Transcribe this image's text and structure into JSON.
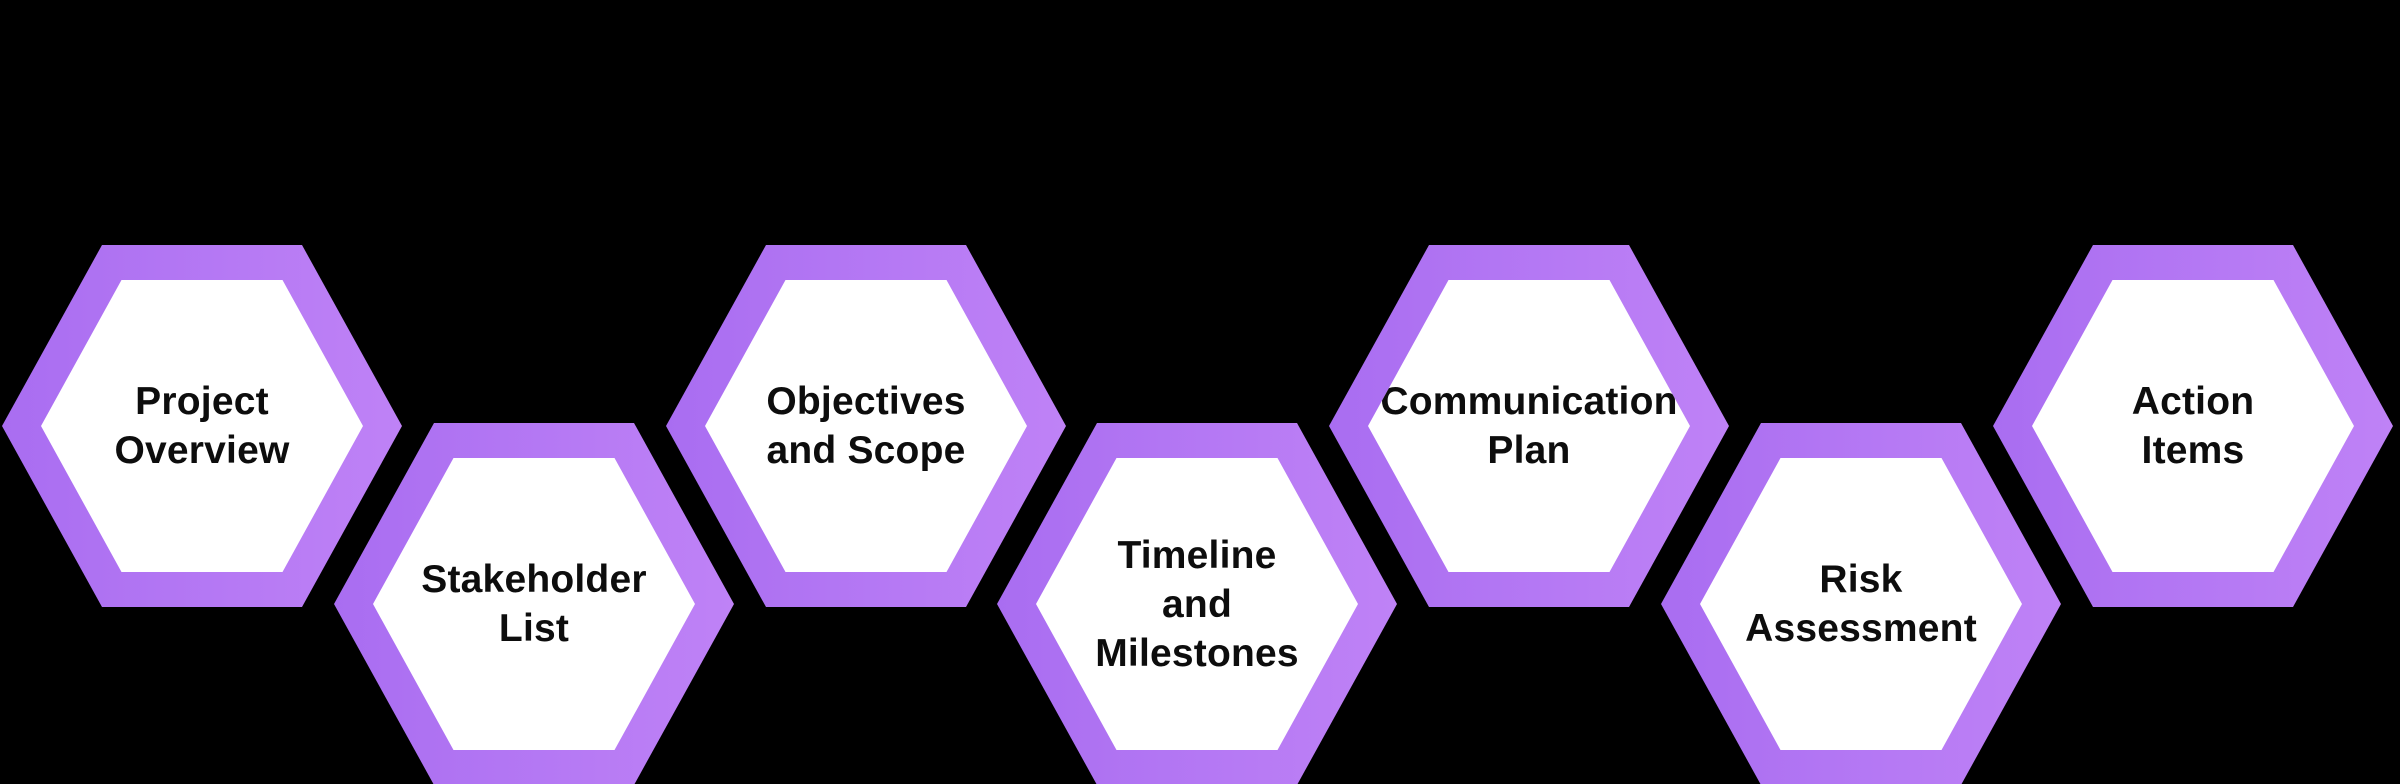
{
  "diagram": {
    "background_color": "#000000",
    "hexagon_fill_color": "#ffffff",
    "hexagon_border_gradient": {
      "start": "#a96df1",
      "end": "#bf82f6"
    },
    "label_color": "#0d0d0d",
    "hexagons": [
      {
        "label": "Project Overview",
        "lines": [
          "Project",
          "Overview"
        ]
      },
      {
        "label": "Stakeholder List",
        "lines": [
          "Stakeholder",
          "List"
        ]
      },
      {
        "label": "Objectives and Scope",
        "lines": [
          "Objectives",
          "and Scope"
        ]
      },
      {
        "label": "Timeline and Milestones",
        "lines": [
          "Timeline",
          "and",
          "Milestones"
        ]
      },
      {
        "label": "Communication Plan",
        "lines": [
          "Communication",
          "Plan"
        ]
      },
      {
        "label": "Risk Assessment",
        "lines": [
          "Risk",
          "Assessment"
        ]
      },
      {
        "label": "Action Items",
        "lines": [
          "Action",
          "Items"
        ]
      }
    ]
  }
}
